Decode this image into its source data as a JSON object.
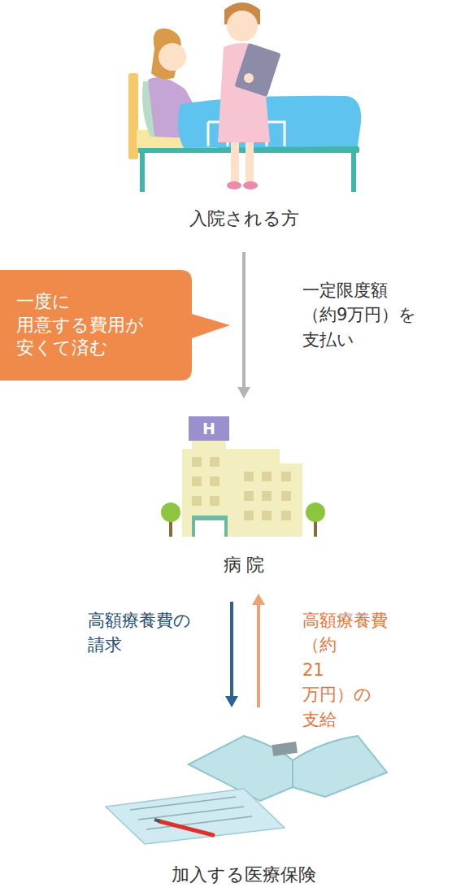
{
  "diagram": {
    "nodes": [
      {
        "text": [
          "入院される方"
        ]
      },
      {
        "text": [
          "一度に 用意する費用が 安くて済む"
        ]
      },
      {
        "text": [
          "病 院"
        ]
      },
      {
        "text": [
          "加入する医療保険"
        ]
      }
    ],
    "edges": [
      {
        "from": 0,
        "to": 2,
        "label": "一定限度額 （約9万円）を 支払い",
        "arrow": "to"
      },
      {
        "from": 2,
        "to": 3,
        "label": "高額療養費の 請求",
        "arrow": "to"
      },
      {
        "from": 3,
        "to": 2,
        "label": "高額療養費 （約 21 万円）の 支給",
        "arrow": "to"
      }
    ],
    "labels": [
      "H"
    ]
  }
}
